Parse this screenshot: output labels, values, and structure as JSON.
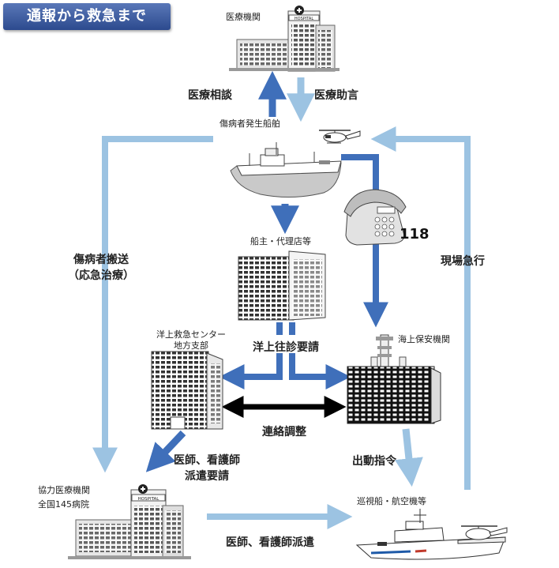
{
  "title": "通報から救急まで",
  "nodes": {
    "medical_institution": "医療機関",
    "patient_ship": "傷病者発生船舶",
    "shipowner_agent": "船主・代理店等",
    "rescue_center_line1": "洋上救急センター",
    "rescue_center_line2": "地方支部",
    "coast_guard": "海上保安機関",
    "cooperating_hospital_line1": "協力医療機関",
    "cooperating_hospital_line2": "全国145病院",
    "patrol_vessels": "巡視船・航空機等"
  },
  "flows": {
    "medical_consult": "医療相談",
    "medical_advice": "医療助言",
    "transport_line1": "傷病者搬送",
    "transport_line2": "（応急治療）",
    "phone_number": "118",
    "rush_to_scene": "現場急行",
    "offshore_request": "洋上往診要請",
    "liaison": "連絡調整",
    "dispatch_order": "出動指令",
    "staff_request_line1": "医師、看護師",
    "staff_request_line2": "派遣要請",
    "staff_dispatch": "医師、看護師派遣"
  },
  "icons": {
    "hospital_sign": "HOSPITAL",
    "colors": {
      "dark_arrow": "#3f6fba",
      "light_arrow": "#9cc3e2",
      "black_arrow": "#000000"
    }
  }
}
